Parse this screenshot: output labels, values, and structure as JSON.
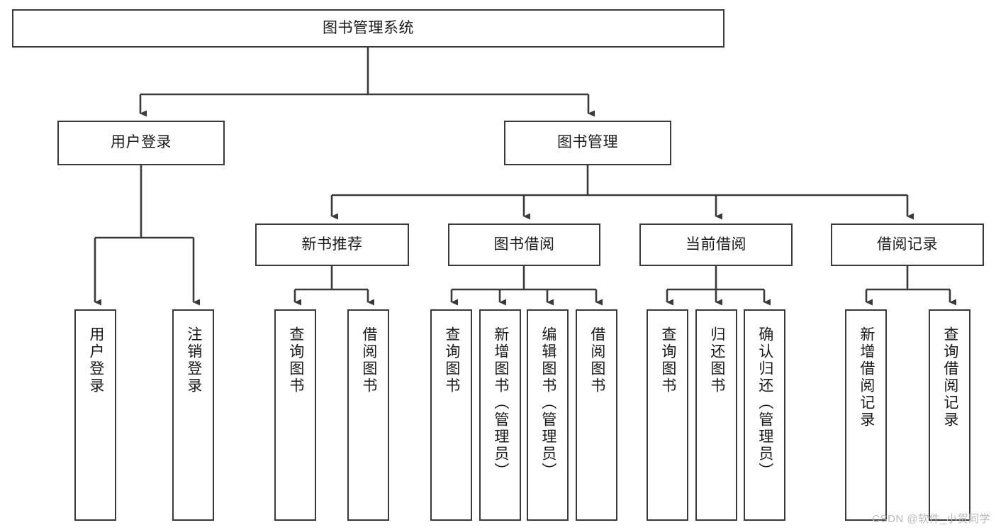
{
  "diagram": {
    "type": "hierarchy-tree",
    "title": "图书管理系统",
    "watermark": "CSDN @软件_小贺同学",
    "colors": {
      "box_border": "#3a3a3a",
      "box_fill": "#ffffff",
      "connector": "#3a3a3a",
      "text": "#1a1a1a",
      "watermark": "#b9b9b9"
    },
    "root": {
      "label": "图书管理系统"
    },
    "level2": [
      {
        "label": "用户登录"
      },
      {
        "label": "图书管理"
      }
    ],
    "level3": [
      {
        "label": "新书推荐"
      },
      {
        "label": "图书借阅"
      },
      {
        "label": "当前借阅"
      },
      {
        "label": "借阅记录"
      }
    ],
    "leaves": {
      "user_login": [
        {
          "label": "用户登录"
        },
        {
          "label": "注销登录"
        }
      ],
      "new_book_recommend": [
        {
          "label": "查询图书"
        },
        {
          "label": "借阅图书"
        }
      ],
      "book_borrow": [
        {
          "label": "查询图书"
        },
        {
          "label": "新增图书（管理员）"
        },
        {
          "label": "编辑图书（管理员）"
        },
        {
          "label": "借阅图书"
        }
      ],
      "current_borrow": [
        {
          "label": "查询图书"
        },
        {
          "label": "归还图书"
        },
        {
          "label": "确认归还（管理员）"
        }
      ],
      "borrow_record": [
        {
          "label": "新增借阅记录"
        },
        {
          "label": "查询借阅记录"
        }
      ]
    }
  }
}
